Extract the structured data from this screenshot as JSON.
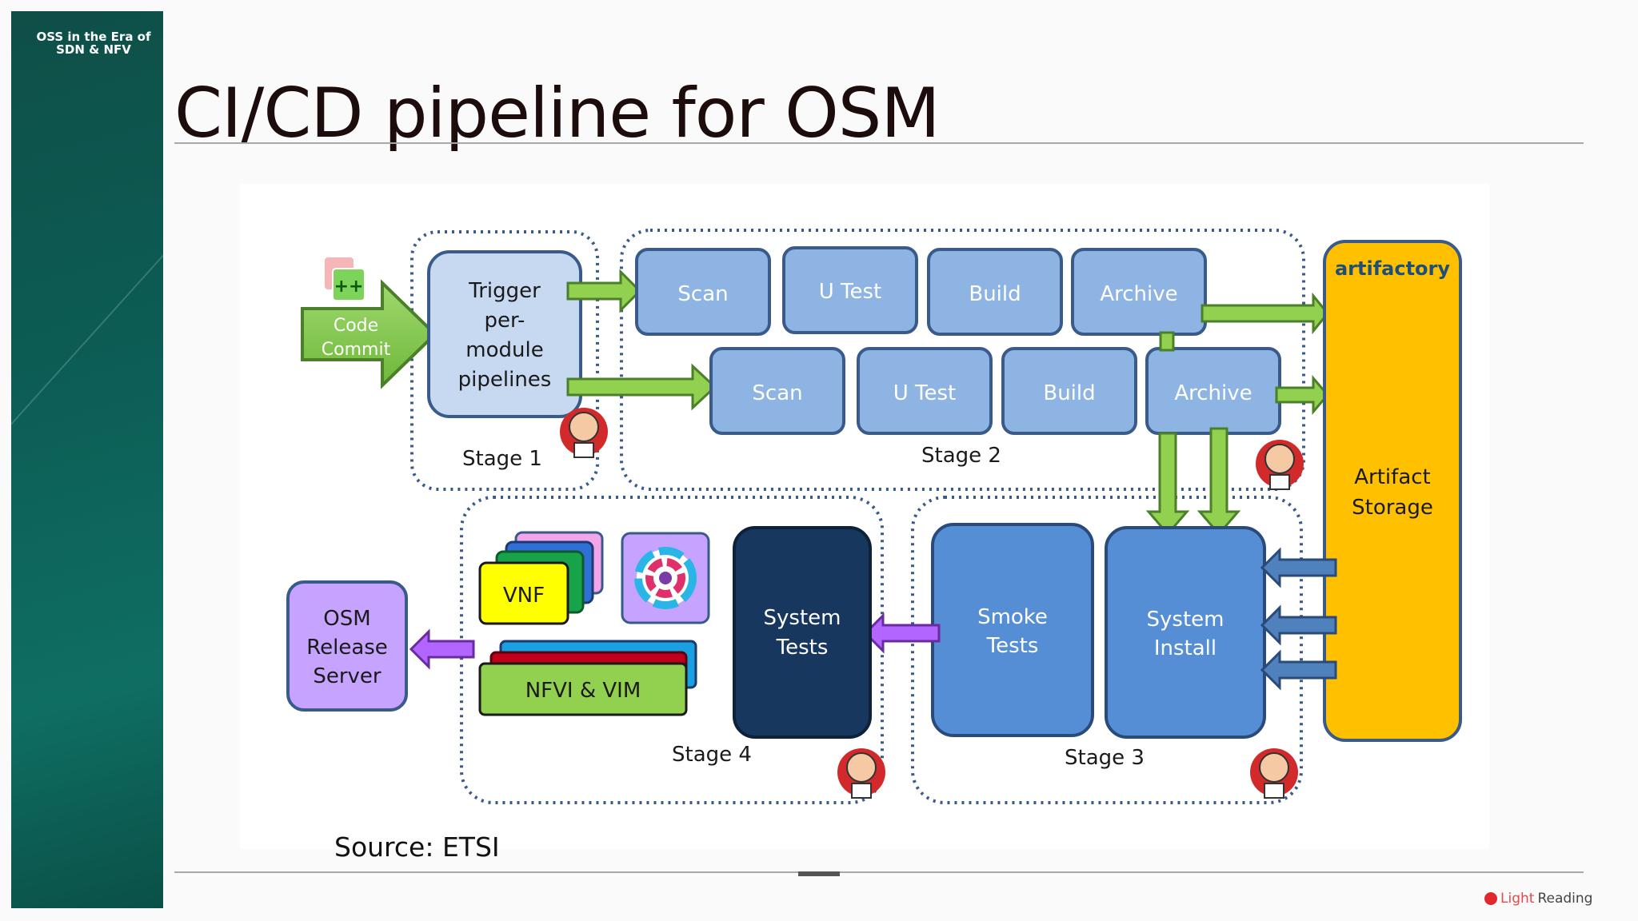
{
  "sidebar": {
    "event_line1": "OSS in the Era of",
    "event_line2": "SDN & NFV"
  },
  "slide": {
    "title": "CI/CD pipeline for OSM",
    "source": "Source: ETSI"
  },
  "brand": {
    "part1": "Light",
    "part2": "Reading"
  },
  "diagram": {
    "code_commit": [
      "Code",
      "Commit"
    ],
    "trigger": [
      "Trigger",
      "per-",
      "module",
      "pipelines"
    ],
    "row1": [
      "Scan",
      "U Test",
      "Build",
      "Archive"
    ],
    "row2": [
      "Scan",
      "U Test",
      "Build",
      "Archive"
    ],
    "stage1": "Stage 1",
    "stage2": "Stage 2",
    "stage3": "Stage 3",
    "stage4": "Stage 4",
    "artifactory_logo": "artifactory",
    "artifact_storage": [
      "Artifact",
      "Storage"
    ],
    "system_install": [
      "System",
      "Install"
    ],
    "smoke_tests": [
      "Smoke",
      "Tests"
    ],
    "system_tests": [
      "System",
      "Tests"
    ],
    "vnf": "VNF",
    "nfvi_vim": "NFVI & VIM",
    "osm_release": [
      "OSM",
      "Release",
      "Server"
    ]
  },
  "colors": {
    "sidebar": "#0c5d55",
    "stage2_box": "#8eb4e3",
    "trigger_box": "#c6d9f1",
    "artifact": "#ffc000",
    "stage3_box": "#558ed5",
    "system_tests": "#17375e",
    "green_arrow": "#92d050",
    "purple_arrow": "#b366ff",
    "osm_release": "#c5a3ff",
    "blue_arrow": "#4f81bd"
  }
}
